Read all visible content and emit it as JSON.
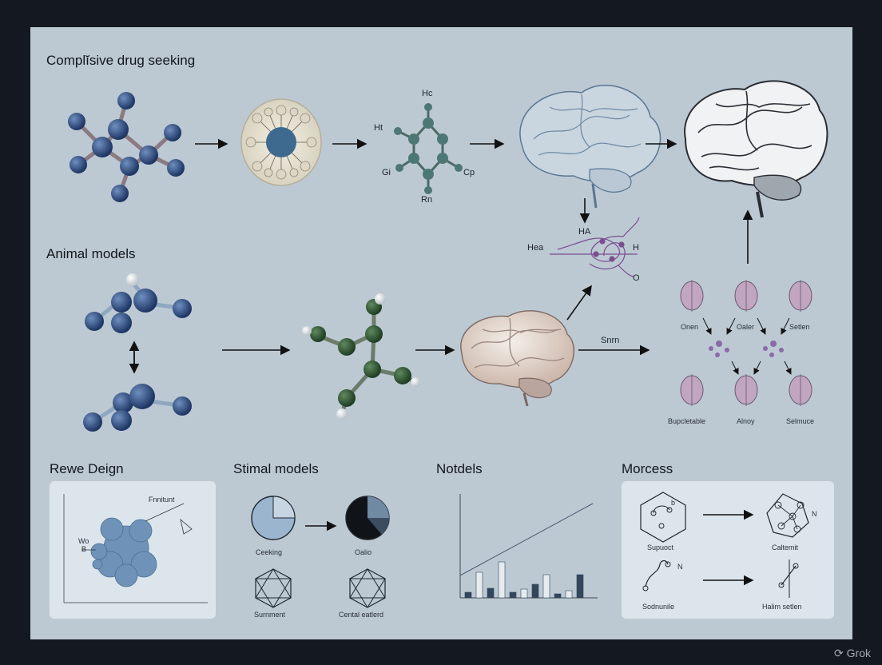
{
  "sections": {
    "top_title": "Complĭsive drug seeking",
    "animal_models": "Animal models",
    "rewe_design": "Rewe Deign",
    "stimal_models": "Stimal models",
    "notdels": "Notdels",
    "morcess": "Morcess"
  },
  "molecule_labels": {
    "hc": "Hc",
    "ht": "Ht",
    "gi": "Gi",
    "cp": "Cp",
    "rn": "Rn"
  },
  "network_labels": {
    "hea": "Hea",
    "ha": "HA",
    "h": "H",
    "o": "O"
  },
  "arrow_label": "Snrn",
  "neurons": {
    "top": [
      "Onen",
      "Oaler",
      "Setlen"
    ],
    "bottom": [
      "Bupcletable",
      "Alnoy",
      "Selmuce"
    ]
  },
  "rewe_panel": {
    "annotation": "Fnnitunt",
    "side_label": "Wo",
    "side_sub": "B"
  },
  "stimal": {
    "labels": [
      "Ceeking",
      "Oalio",
      "Surnment",
      "Cental eatlerd"
    ]
  },
  "notdels_chart": {
    "bars": [
      0.07,
      0.32,
      0.12,
      0.45,
      0.07,
      0.11,
      0.17,
      0.29,
      0.05,
      0.09,
      0.29
    ]
  },
  "morcess": {
    "labels": [
      "Supuoct",
      "Caltemit",
      "Sodnunile",
      "Halim setlen"
    ],
    "n_top": "N",
    "n_bottom": "N",
    "b_label": "b"
  },
  "watermark": "Grok"
}
